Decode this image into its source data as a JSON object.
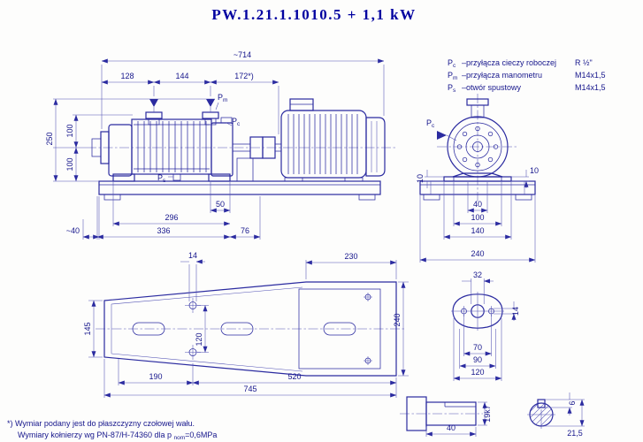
{
  "title": "PW.1.21.1.1010.5  +  1,1 kW",
  "colors": {
    "line": "#2b2ba0",
    "text": "#16168c",
    "title": "#0000a0"
  },
  "legend": [
    {
      "sym": "P",
      "sub": "c",
      "desc": "–przyłącza cieczy roboczej",
      "val": "R ½\""
    },
    {
      "sym": "P",
      "sub": "m",
      "desc": "–przyłącza manometru",
      "val": "M14x1,5"
    },
    {
      "sym": "P",
      "sub": "s",
      "desc": "–otwór spustowy",
      "val": "M14x1,5"
    }
  ],
  "ports": {
    "p": "P",
    "c": "c",
    "m": "m",
    "s": "s"
  },
  "dims": {
    "side": {
      "overall": "~714",
      "d128": "128",
      "d144": "144",
      "d172": "172*)",
      "v250": "250",
      "v100a": "100",
      "v100b": "100",
      "b50": "50",
      "b296": "296",
      "b336": "336",
      "b76": "76",
      "left40": "~40"
    },
    "front": {
      "t10l": "10",
      "t10r": "10",
      "b40": "40",
      "b100": "100",
      "b140": "140",
      "b240": "240"
    },
    "plan": {
      "d14": "14",
      "d230": "230",
      "v240": "240",
      "v145": "145",
      "v120": "120",
      "b190": "190",
      "b520": "520",
      "b745": "745"
    },
    "flange": {
      "d32": "32",
      "d14": "14",
      "b70": "70",
      "b90": "90",
      "b120": "120"
    },
    "shaft": {
      "len40": "40",
      "dia": "19k7",
      "key6": "6",
      "h215": "21,5"
    }
  },
  "footnotes": {
    "line1": "*)  Wymiar podany jest do płaszczyzny czołowej wału.",
    "line2_pre": "Wymiary kołnierzy wg PN-87/H-74360 dla p ",
    "line2_sub": "nom",
    "line2_post": "=0,6MPa"
  }
}
